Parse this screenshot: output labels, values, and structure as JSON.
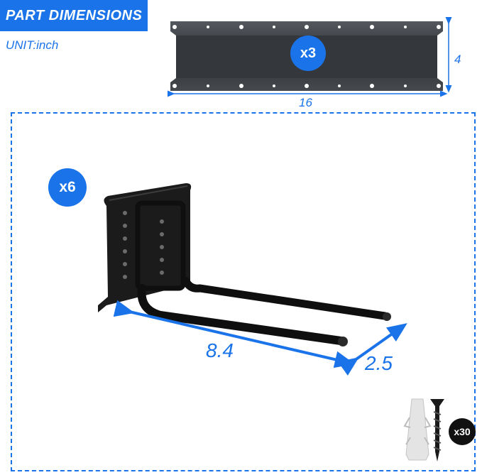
{
  "title": "PART DIMENSIONS",
  "unit": "UNIT:inch",
  "rail": {
    "quantity": "x3",
    "width": "16",
    "height": "4"
  },
  "hook": {
    "quantity": "x6",
    "length": "8.4",
    "depth": "2.5"
  },
  "anchor_kit": {
    "quantity": "x30"
  },
  "colors": {
    "accent": "#1a73e8",
    "product": "#111111",
    "rail": "#3a3d42"
  }
}
